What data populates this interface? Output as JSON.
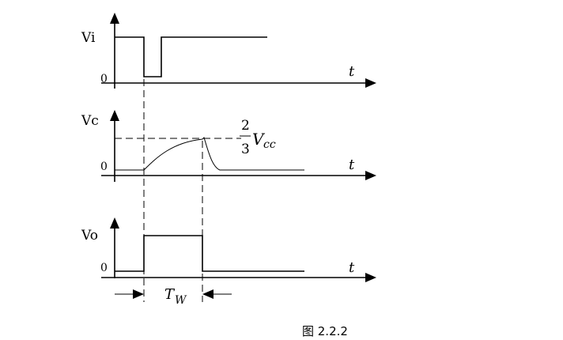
{
  "signals": {
    "vi": {
      "label": "Vi",
      "zero": "0",
      "axis_var": "t"
    },
    "vc": {
      "label": "Vc",
      "zero": "0",
      "axis_var": "t",
      "threshold_num": "2",
      "threshold_den": "3",
      "threshold_var": "V",
      "threshold_sub": "cc"
    },
    "vo": {
      "label": "Vo",
      "zero": "0",
      "axis_var": "t"
    }
  },
  "pulse_width": {
    "main": "T",
    "sub": "W"
  },
  "caption": "图 2.2.2"
}
